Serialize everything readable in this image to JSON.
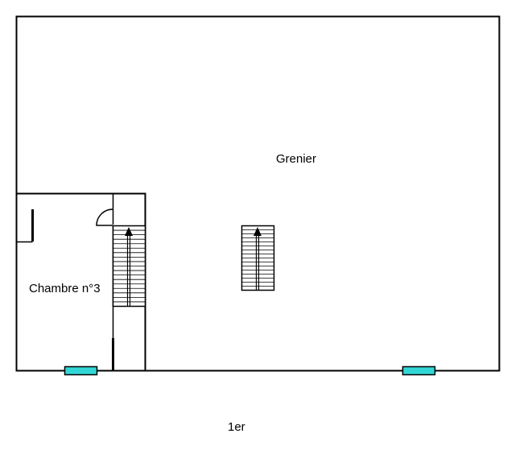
{
  "rooms": {
    "attic_label": "Grenier",
    "bedroom_label": "Chambre n°3"
  },
  "floor": {
    "label": "1er"
  },
  "colors": {
    "wall": "#000000",
    "window": "#33d6d6",
    "background": "#ffffff"
  },
  "icons": {
    "stair": "staircase-with-up-arrow",
    "door": "door-swing-arc",
    "window": "window-rectangle"
  }
}
